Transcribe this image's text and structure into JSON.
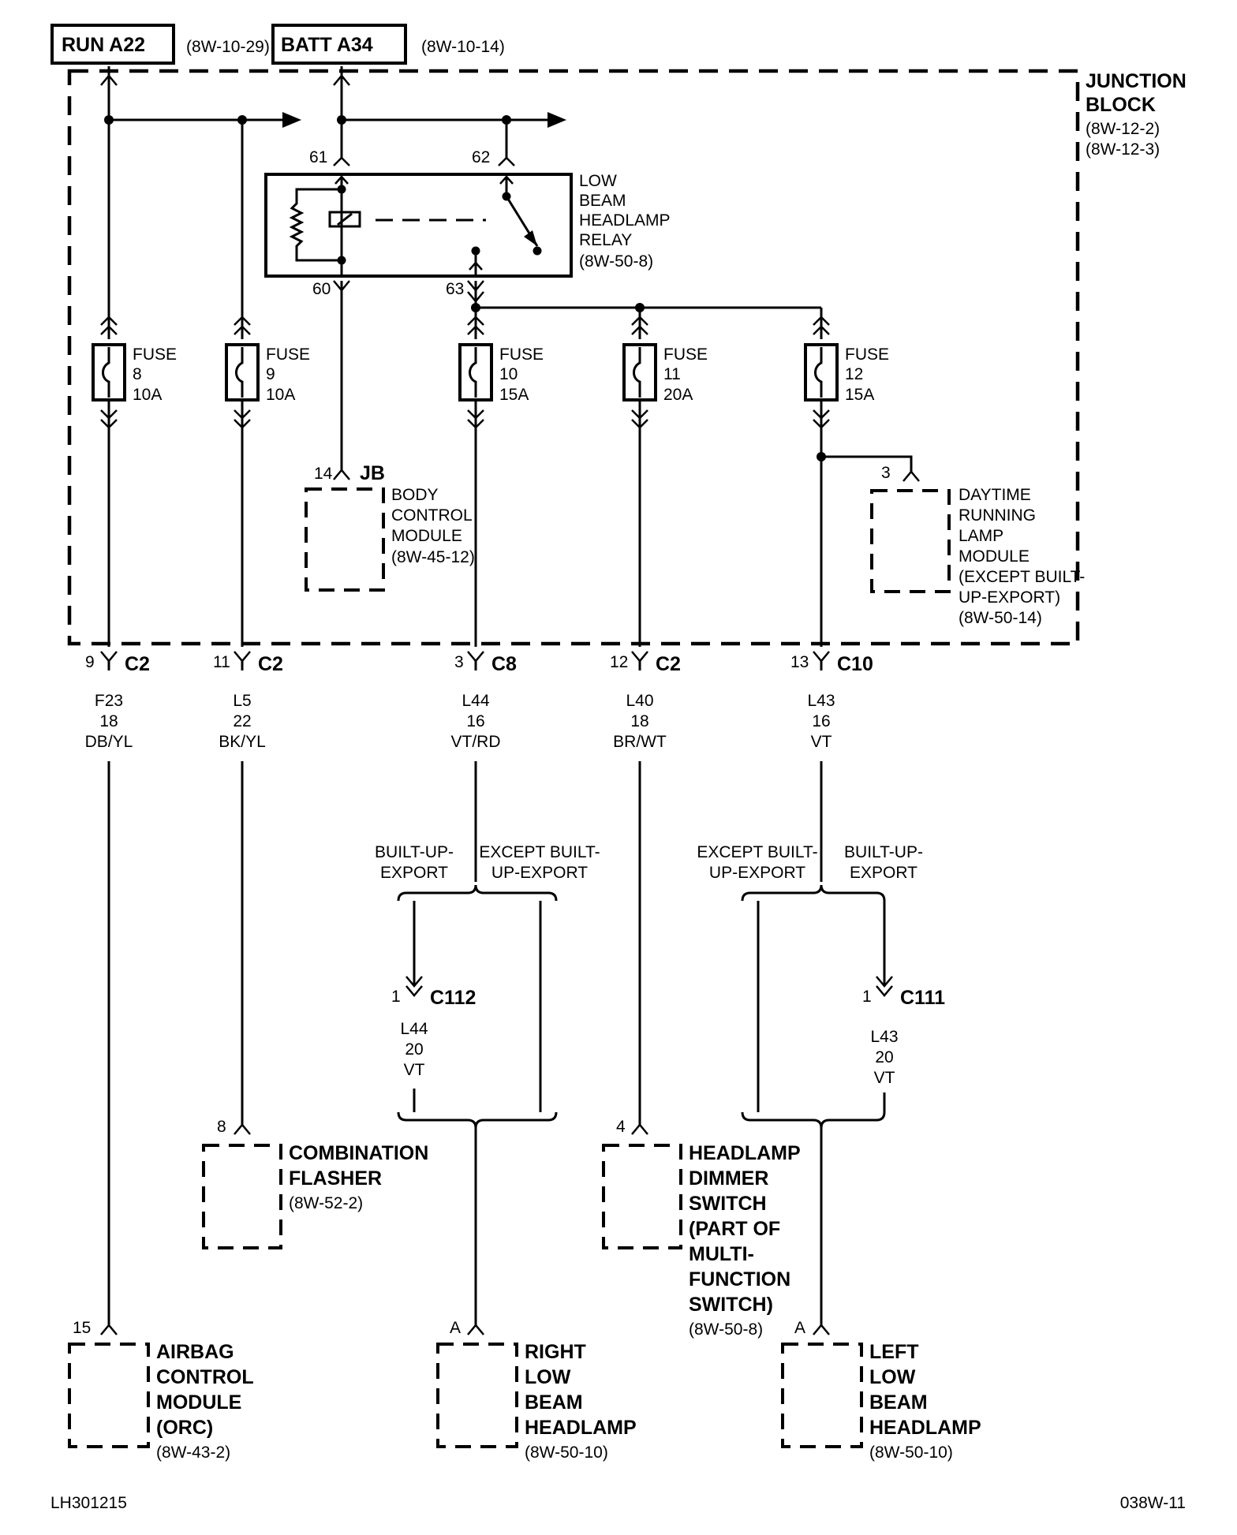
{
  "sources": {
    "run": {
      "label": "RUN A22",
      "ref": "(8W-10-29)"
    },
    "batt": {
      "label": "BATT A34",
      "ref": "(8W-10-14)"
    }
  },
  "junction_block": {
    "title_1": "JUNCTION",
    "title_2": "BLOCK",
    "ref_1": "(8W-12-2)",
    "ref_2": "(8W-12-3)"
  },
  "relay": {
    "lines": [
      "LOW",
      "BEAM",
      "HEADLAMP",
      "RELAY",
      "(8W-50-8)"
    ],
    "pins": {
      "p61": "61",
      "p62": "62",
      "p60": "60",
      "p63": "63"
    }
  },
  "fuses": [
    {
      "l1": "FUSE",
      "l2": "8",
      "l3": "10A"
    },
    {
      "l1": "FUSE",
      "l2": "9",
      "l3": "10A"
    },
    {
      "l1": "FUSE",
      "l2": "10",
      "l3": "15A"
    },
    {
      "l1": "FUSE",
      "l2": "11",
      "l3": "20A"
    },
    {
      "l1": "FUSE",
      "l2": "12",
      "l3": "15A"
    }
  ],
  "bcm": {
    "pin": "14",
    "conn": "JB",
    "lines": [
      "BODY",
      "CONTROL",
      "MODULE",
      "(8W-45-12)"
    ]
  },
  "drl": {
    "pin": "3",
    "lines": [
      "DAYTIME",
      "RUNNING",
      "LAMP",
      "MODULE",
      "(EXCEPT BUILT-",
      "UP-EXPORT)",
      "(8W-50-14)"
    ]
  },
  "connectors": [
    {
      "pin": "9",
      "name": "C2"
    },
    {
      "pin": "11",
      "name": "C2"
    },
    {
      "pin": "3",
      "name": "C8"
    },
    {
      "pin": "12",
      "name": "C2"
    },
    {
      "pin": "13",
      "name": "C10"
    }
  ],
  "wires": [
    {
      "circuit": "F23",
      "gauge": "18",
      "color": "DB/YL"
    },
    {
      "circuit": "L5",
      "gauge": "22",
      "color": "BK/YL"
    },
    {
      "circuit": "L44",
      "gauge": "16",
      "color": "VT/RD"
    },
    {
      "circuit": "L40",
      "gauge": "18",
      "color": "BR/WT"
    },
    {
      "circuit": "L43",
      "gauge": "16",
      "color": "VT"
    }
  ],
  "branches": {
    "right": {
      "left_label_1": "BUILT-UP-",
      "left_label_2": "EXPORT",
      "right_label_1": "EXCEPT BUILT-",
      "right_label_2": "UP-EXPORT",
      "conn_pin": "1",
      "conn_name": "C112",
      "wire": {
        "circuit": "L44",
        "gauge": "20",
        "color": "VT"
      }
    },
    "left": {
      "left_label_1": "EXCEPT BUILT-",
      "left_label_2": "UP-EXPORT",
      "right_label_1": "BUILT-UP-",
      "right_label_2": "EXPORT",
      "conn_pin": "1",
      "conn_name": "C111",
      "wire": {
        "circuit": "L43",
        "gauge": "20",
        "color": "VT"
      }
    }
  },
  "components": {
    "flasher": {
      "pin": "8",
      "lines": [
        "COMBINATION",
        "FLASHER"
      ],
      "ref": "(8W-52-2)"
    },
    "dimmer": {
      "pin": "4",
      "lines": [
        "HEADLAMP",
        "DIMMER",
        "SWITCH",
        "(PART OF",
        "MULTI-",
        "FUNCTION",
        "SWITCH)"
      ],
      "ref": "(8W-50-8)"
    },
    "airbag": {
      "pin": "15",
      "lines": [
        "AIRBAG",
        "CONTROL",
        "MODULE",
        "(ORC)"
      ],
      "ref": "(8W-43-2)"
    },
    "right_lamp": {
      "pin": "A",
      "lines": [
        "RIGHT",
        "LOW",
        "BEAM",
        "HEADLAMP"
      ],
      "ref": "(8W-50-10)"
    },
    "left_lamp": {
      "pin": "A",
      "lines": [
        "LEFT",
        "LOW",
        "BEAM",
        "HEADLAMP"
      ],
      "ref": "(8W-50-10)"
    }
  },
  "footer": {
    "left": "LH301215",
    "right": "038W-11"
  }
}
